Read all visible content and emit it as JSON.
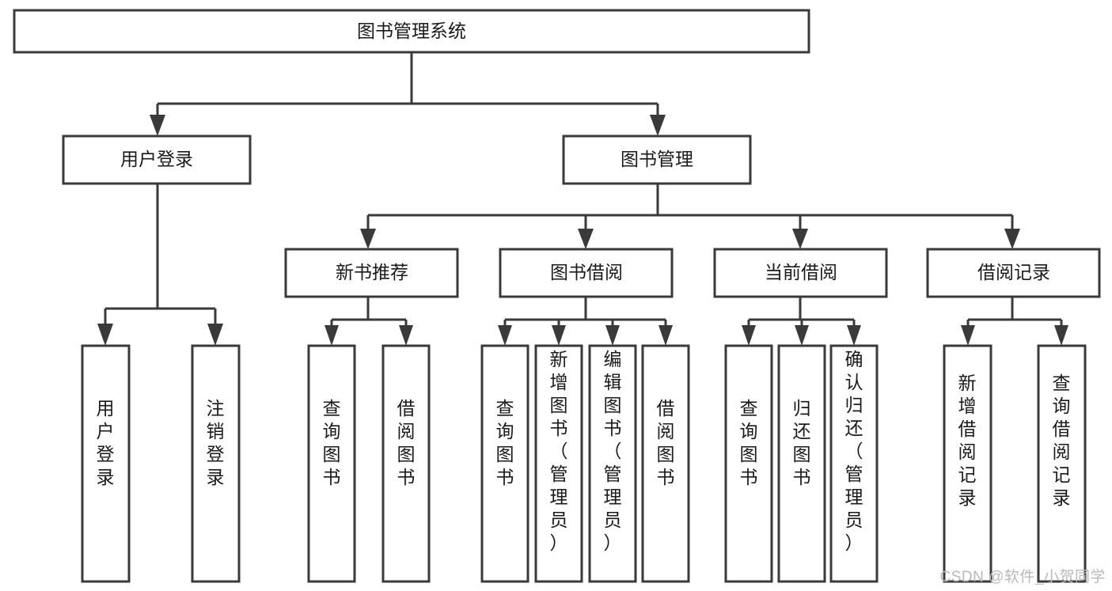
{
  "diagram": {
    "type": "tree-hierarchy",
    "root": {
      "id": "root",
      "label": "图书管理系统"
    },
    "level2": [
      {
        "id": "user-login",
        "label": "用户登录"
      },
      {
        "id": "book-management",
        "label": "图书管理"
      }
    ],
    "level3": [
      {
        "id": "new-book-recommend",
        "label": "新书推荐",
        "parent": "book-management"
      },
      {
        "id": "book-borrow",
        "label": "图书借阅",
        "parent": "book-management"
      },
      {
        "id": "current-borrow",
        "label": "当前借阅",
        "parent": "book-management"
      },
      {
        "id": "borrow-record",
        "label": "借阅记录",
        "parent": "book-management"
      }
    ],
    "leaves": [
      {
        "id": "leaf-user-login",
        "label": "用户登录",
        "parent": "user-login"
      },
      {
        "id": "leaf-logout-login",
        "label": "注销登录",
        "parent": "user-login"
      },
      {
        "id": "leaf-query-book-1",
        "label": "查询图书",
        "parent": "new-book-recommend"
      },
      {
        "id": "leaf-borrow-book-1",
        "label": "借阅图书",
        "parent": "new-book-recommend"
      },
      {
        "id": "leaf-query-book-2",
        "label": "查询图书",
        "parent": "book-borrow"
      },
      {
        "id": "leaf-add-book",
        "label": "新增图书（管理员）",
        "parent": "book-borrow"
      },
      {
        "id": "leaf-edit-book",
        "label": "编辑图书（管理员）",
        "parent": "book-borrow"
      },
      {
        "id": "leaf-borrow-book-2",
        "label": "借阅图书",
        "parent": "book-borrow"
      },
      {
        "id": "leaf-query-book-3",
        "label": "查询图书",
        "parent": "current-borrow"
      },
      {
        "id": "leaf-return-book",
        "label": "归还图书",
        "parent": "current-borrow"
      },
      {
        "id": "leaf-confirm-return",
        "label": "确认归还（管理员）",
        "parent": "current-borrow"
      },
      {
        "id": "leaf-add-borrow-record",
        "label": "新增借阅记录",
        "parent": "borrow-record"
      },
      {
        "id": "leaf-query-borrow-record",
        "label": "查询借阅记录",
        "parent": "borrow-record"
      }
    ]
  },
  "watermark": {
    "text": "CSDN @软件_小贺同学"
  },
  "colors": {
    "box_stroke": "#3a3a3a",
    "box_fill": "#ffffff",
    "text": "#1a1a1a",
    "background": "#ffffff",
    "watermark": "#b9b9b9"
  }
}
